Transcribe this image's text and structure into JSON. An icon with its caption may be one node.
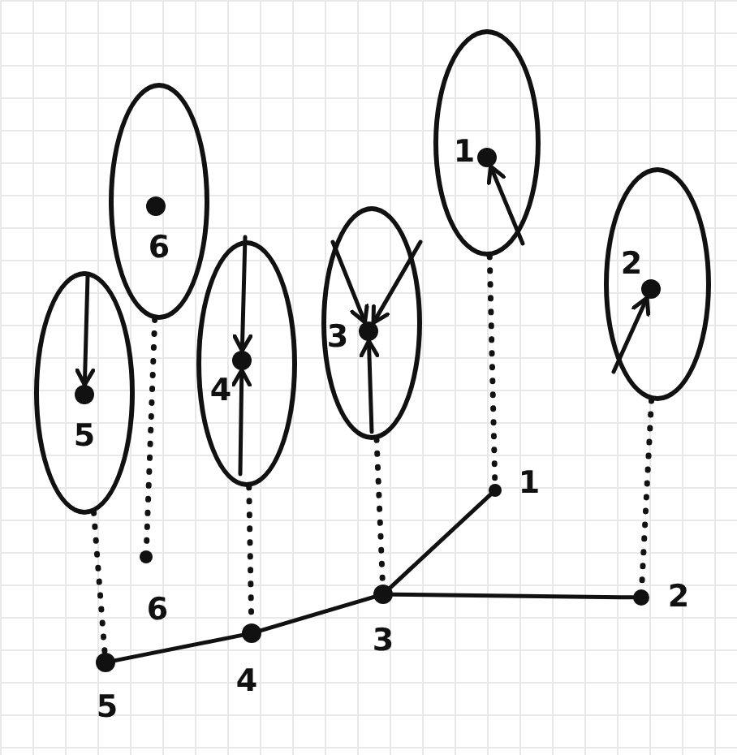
{
  "diagram": {
    "nodes": [
      {
        "text": [
          "1"
        ]
      },
      {
        "text": [],
        "shape": "circle",
        "in": 0
      },
      {
        "text": [
          "2"
        ]
      },
      {
        "text": [],
        "shape": "circle",
        "in": 2
      },
      {
        "text": [
          "3"
        ]
      },
      {
        "text": [],
        "shape": "circle",
        "in": 4
      },
      {
        "text": [
          "4"
        ]
      },
      {
        "text": [],
        "shape": "circle",
        "in": 6
      },
      {
        "text": [
          "5"
        ]
      },
      {
        "text": [],
        "shape": "circle",
        "in": 8
      },
      {
        "text": [
          "6"
        ]
      },
      {
        "text": [],
        "shape": "circle",
        "in": 10
      },
      {
        "text": [],
        "shape": "circle",
        "beside": [
          "1"
        ]
      },
      {
        "text": [],
        "shape": "circle",
        "beside": [
          "2"
        ]
      },
      {
        "text": [],
        "shape": "circle",
        "beside": [
          "3"
        ]
      },
      {
        "text": [],
        "shape": "circle",
        "beside": [
          "4"
        ]
      },
      {
        "text": [],
        "shape": "circle",
        "beside": [
          "5"
        ]
      },
      {
        "text": [],
        "shape": "circle",
        "beside": [
          "6"
        ]
      }
    ],
    "edges": [
      {
        "from": 0,
        "to": 12,
        "arrow": "none",
        "style": "dashed"
      },
      {
        "from": 2,
        "to": 13,
        "arrow": "none",
        "style": "dashed"
      },
      {
        "from": 4,
        "to": 14,
        "arrow": "none",
        "style": "dashed"
      },
      {
        "from": 6,
        "to": 15,
        "arrow": "none",
        "style": "dashed"
      },
      {
        "from": 8,
        "to": 16,
        "arrow": "none",
        "style": "dashed"
      },
      {
        "from": 10,
        "to": 17,
        "arrow": "none",
        "style": "dashed"
      },
      {
        "from": 16,
        "to": 15,
        "arrow": "none"
      },
      {
        "from": 15,
        "to": 14,
        "arrow": "none"
      },
      {
        "from": 14,
        "to": 12,
        "arrow": "none"
      },
      {
        "from": 14,
        "to": 13,
        "arrow": "none"
      },
      {
        "from": null,
        "to": 1,
        "arrow": "to"
      },
      {
        "from": null,
        "to": 3,
        "arrow": "to"
      },
      {
        "from": null,
        "to": 5,
        "arrow": "to"
      },
      {
        "from": null,
        "to": 5,
        "arrow": "to"
      },
      {
        "from": null,
        "to": 5,
        "arrow": "to"
      },
      {
        "from": null,
        "to": 7,
        "arrow": "to"
      },
      {
        "from": null,
        "to": 7,
        "arrow": "to"
      },
      {
        "from": null,
        "to": 9,
        "arrow": "to"
      }
    ]
  }
}
